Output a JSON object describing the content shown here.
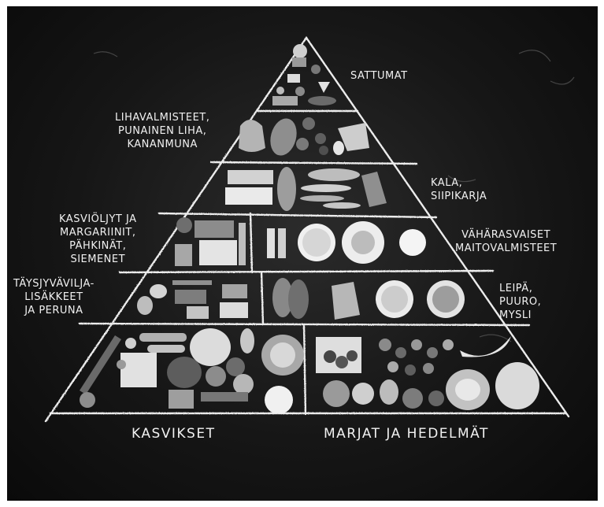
{
  "colors": {
    "board": "#1a1a1a",
    "chalk": "#f1f1f1",
    "food_light": "#d9d9d9",
    "food_mid": "#9a9a9a",
    "food_dark": "#4a4a4a"
  },
  "pyramid": {
    "labels": {
      "sattumat": "SATTUMAT",
      "lihavalmisteet": "LIHAVALMISTEET,\nPUNAINEN LIHA,\nKANANMUNA",
      "kala": "KALA,\nSIIPIKARJA",
      "kasviöljyt": "KASVIÖLJYT JA\nMARGARIINIT,\nPÄHKINÄT,\nSIEMENET",
      "maito": "VÄHÄRASVAISET\nMAITOVALMISTEET",
      "täysjyvä": "TÄYSJYVÄVILJA-\nLISÄKKEET\nJA PERUNA",
      "leipä": "LEIPÄ,\nPUURO,\nMYSLI",
      "kasvikset": "KASVIKSET",
      "marjat": "MARJAT JA HEDELMÄT"
    }
  }
}
